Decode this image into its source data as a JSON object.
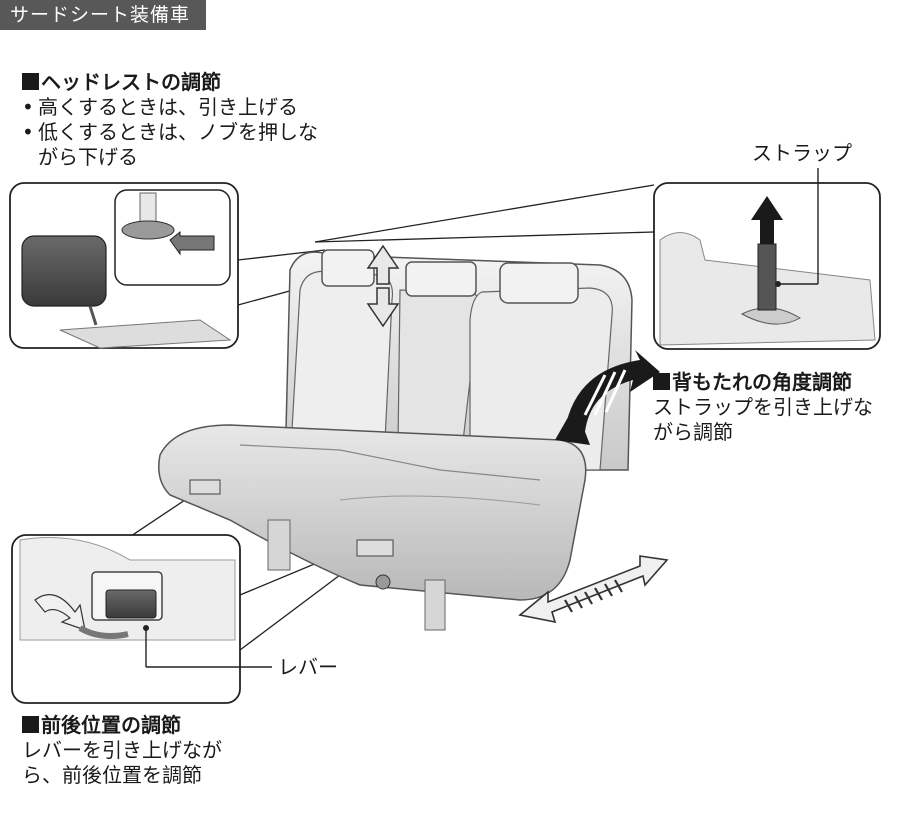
{
  "section_title": "サードシート装備車",
  "headrest": {
    "heading": "ヘッドレストの調節",
    "bullets": [
      "高くするときは、引き上げる",
      "低くするときは、ノブを押しな"
    ],
    "bullet_continuation": "がら下げる"
  },
  "recline": {
    "heading": "背もたれの角度調節",
    "lines": [
      "ストラップを引き上げな",
      "がら調節"
    ]
  },
  "strap_label": "ストラップ",
  "lever_label": "レバー",
  "slide": {
    "heading": "前後位置の調節",
    "lines": [
      "レバーを引き上げなが",
      "ら、前後位置を調節"
    ]
  }
}
